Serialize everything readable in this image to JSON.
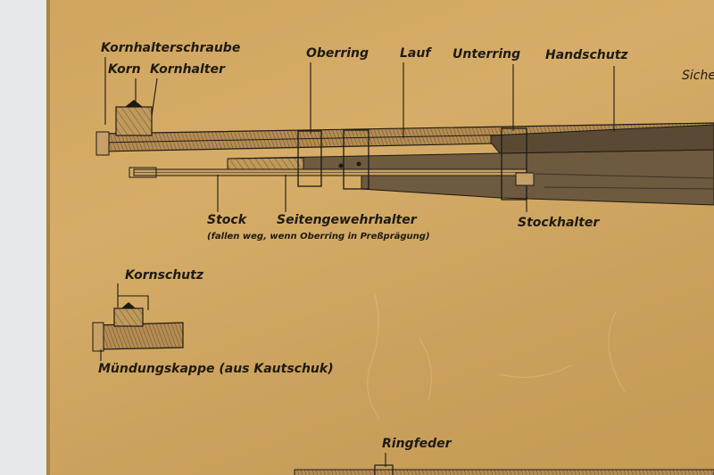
{
  "labels": {
    "kornhalterschraube": "Kornhalterschraube",
    "korn": "Korn",
    "kornhalter": "Kornhalter",
    "oberring": "Oberring",
    "lauf": "Lauf",
    "unterring": "Unterring",
    "handschutz": "Handschutz",
    "sicherung_partial": "Siche",
    "stock": "Stock",
    "seitengewehrhalter": "Seitengewehrhalter",
    "seitengewehrhalter_note": "(fallen weg, wenn Oberring in Preßprägung)",
    "stockhalter": "Stockhalter",
    "kornschutz": "Kornschutz",
    "muendungskappe": "Mündungskappe (aus Kautschuk)",
    "ringfeder": "Ringfeder"
  },
  "colors": {
    "paper": "#d2a964",
    "ink": "#1e1a14",
    "wood_dark": "#5b4a33",
    "wood_mid": "#7a6548",
    "hatch": "#9c7a47"
  }
}
